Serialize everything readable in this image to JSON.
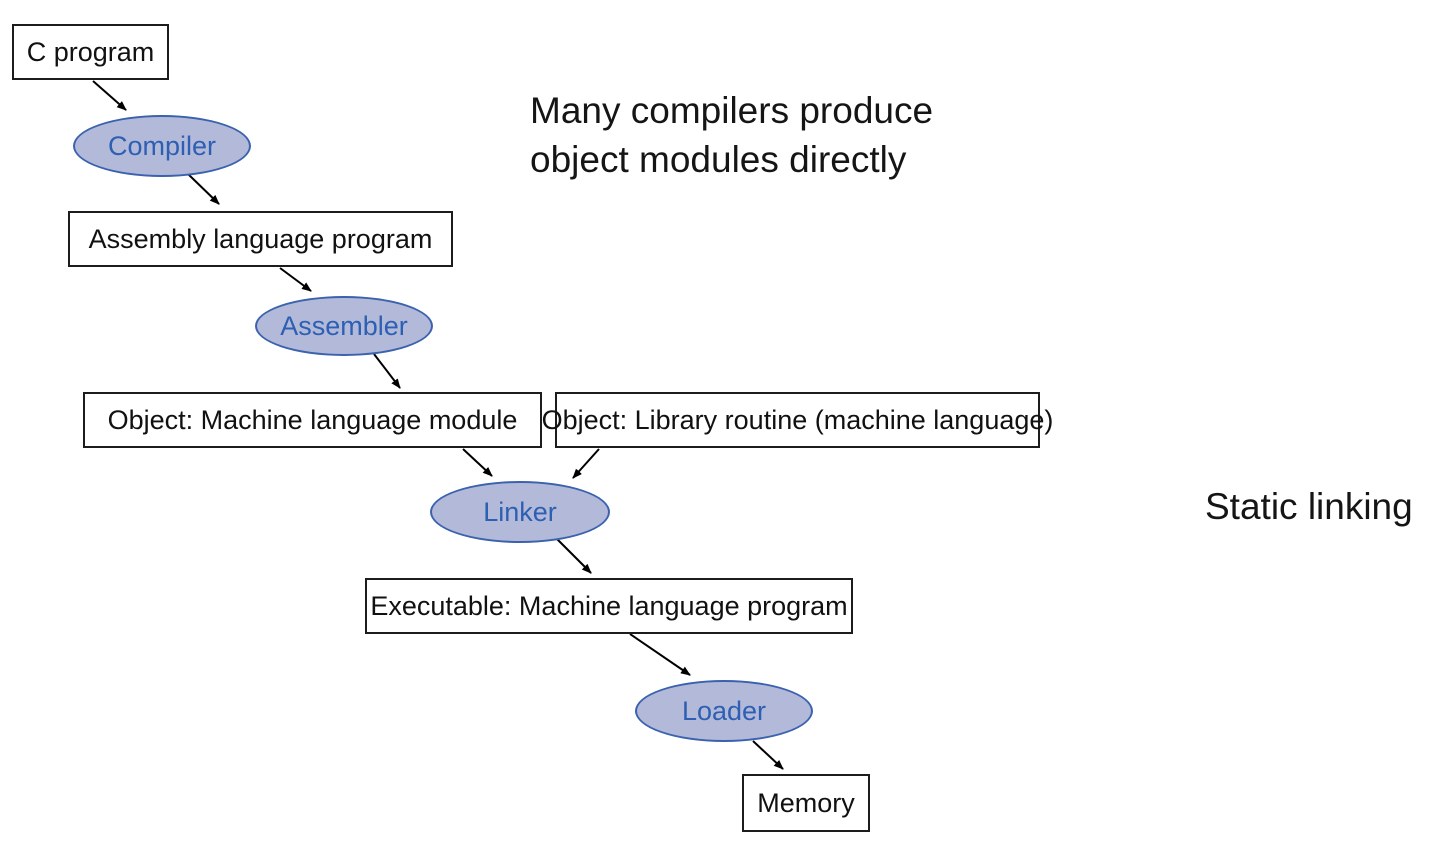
{
  "nodes": {
    "c_program": "C program",
    "compiler": "Compiler",
    "assembly": "Assembly language program",
    "assembler": "Assembler",
    "object_module": "Object: Machine language module",
    "object_library": "Object: Library routine (machine language)",
    "linker": "Linker",
    "executable": "Executable: Machine language program",
    "loader": "Loader",
    "memory": "Memory"
  },
  "annotations": {
    "compilers_note_line1": "Many compilers produce",
    "compilers_note_line2": "object modules directly",
    "static_linking": "Static linking"
  },
  "edges": [
    {
      "from": "c_program",
      "to": "compiler"
    },
    {
      "from": "compiler",
      "to": "assembly"
    },
    {
      "from": "assembly",
      "to": "assembler"
    },
    {
      "from": "assembler",
      "to": "object_module"
    },
    {
      "from": "object_module",
      "to": "linker"
    },
    {
      "from": "object_library",
      "to": "linker"
    },
    {
      "from": "linker",
      "to": "executable"
    },
    {
      "from": "executable",
      "to": "loader"
    },
    {
      "from": "loader",
      "to": "memory"
    }
  ],
  "colors": {
    "ellipse_fill": "#b3b9d9",
    "ellipse_stroke": "#3a62ae",
    "ellipse_text": "#2d5fb2",
    "box_stroke": "#1c1c1c",
    "arrow": "#000000",
    "background": "#ffffff"
  }
}
